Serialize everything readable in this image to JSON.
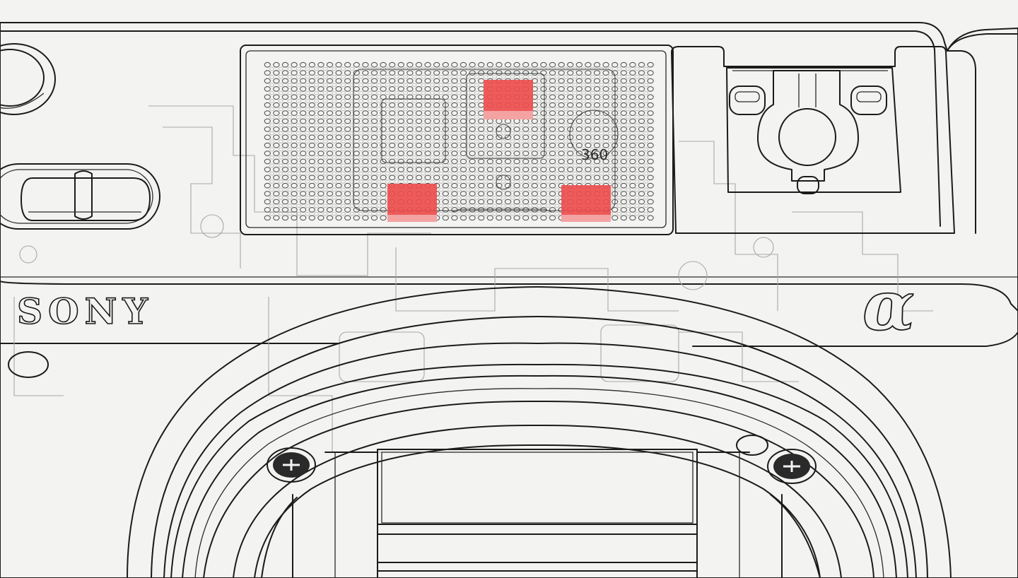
{
  "diagram": {
    "brand_logo": "SONY",
    "model_mark": "α",
    "mic_label": "360",
    "palette": {
      "background": "#f3f3f1",
      "line": "#1b1b1b",
      "grid": "#b7b7b7",
      "ghost": "#a9a9a9",
      "highlight": "#ee4b4b",
      "highlight_lower": "#f4a3a3"
    },
    "highlighted_mic_capsules": 3,
    "parts": [
      "camera-body-top-plate",
      "microphone-grille",
      "multi-interface-hot-shoe",
      "lens-mount-ring",
      "mount-screw",
      "lens-release-pin",
      "image-sensor-opening",
      "mode-switch",
      "top-dial",
      "front-indicator-lamp"
    ]
  }
}
